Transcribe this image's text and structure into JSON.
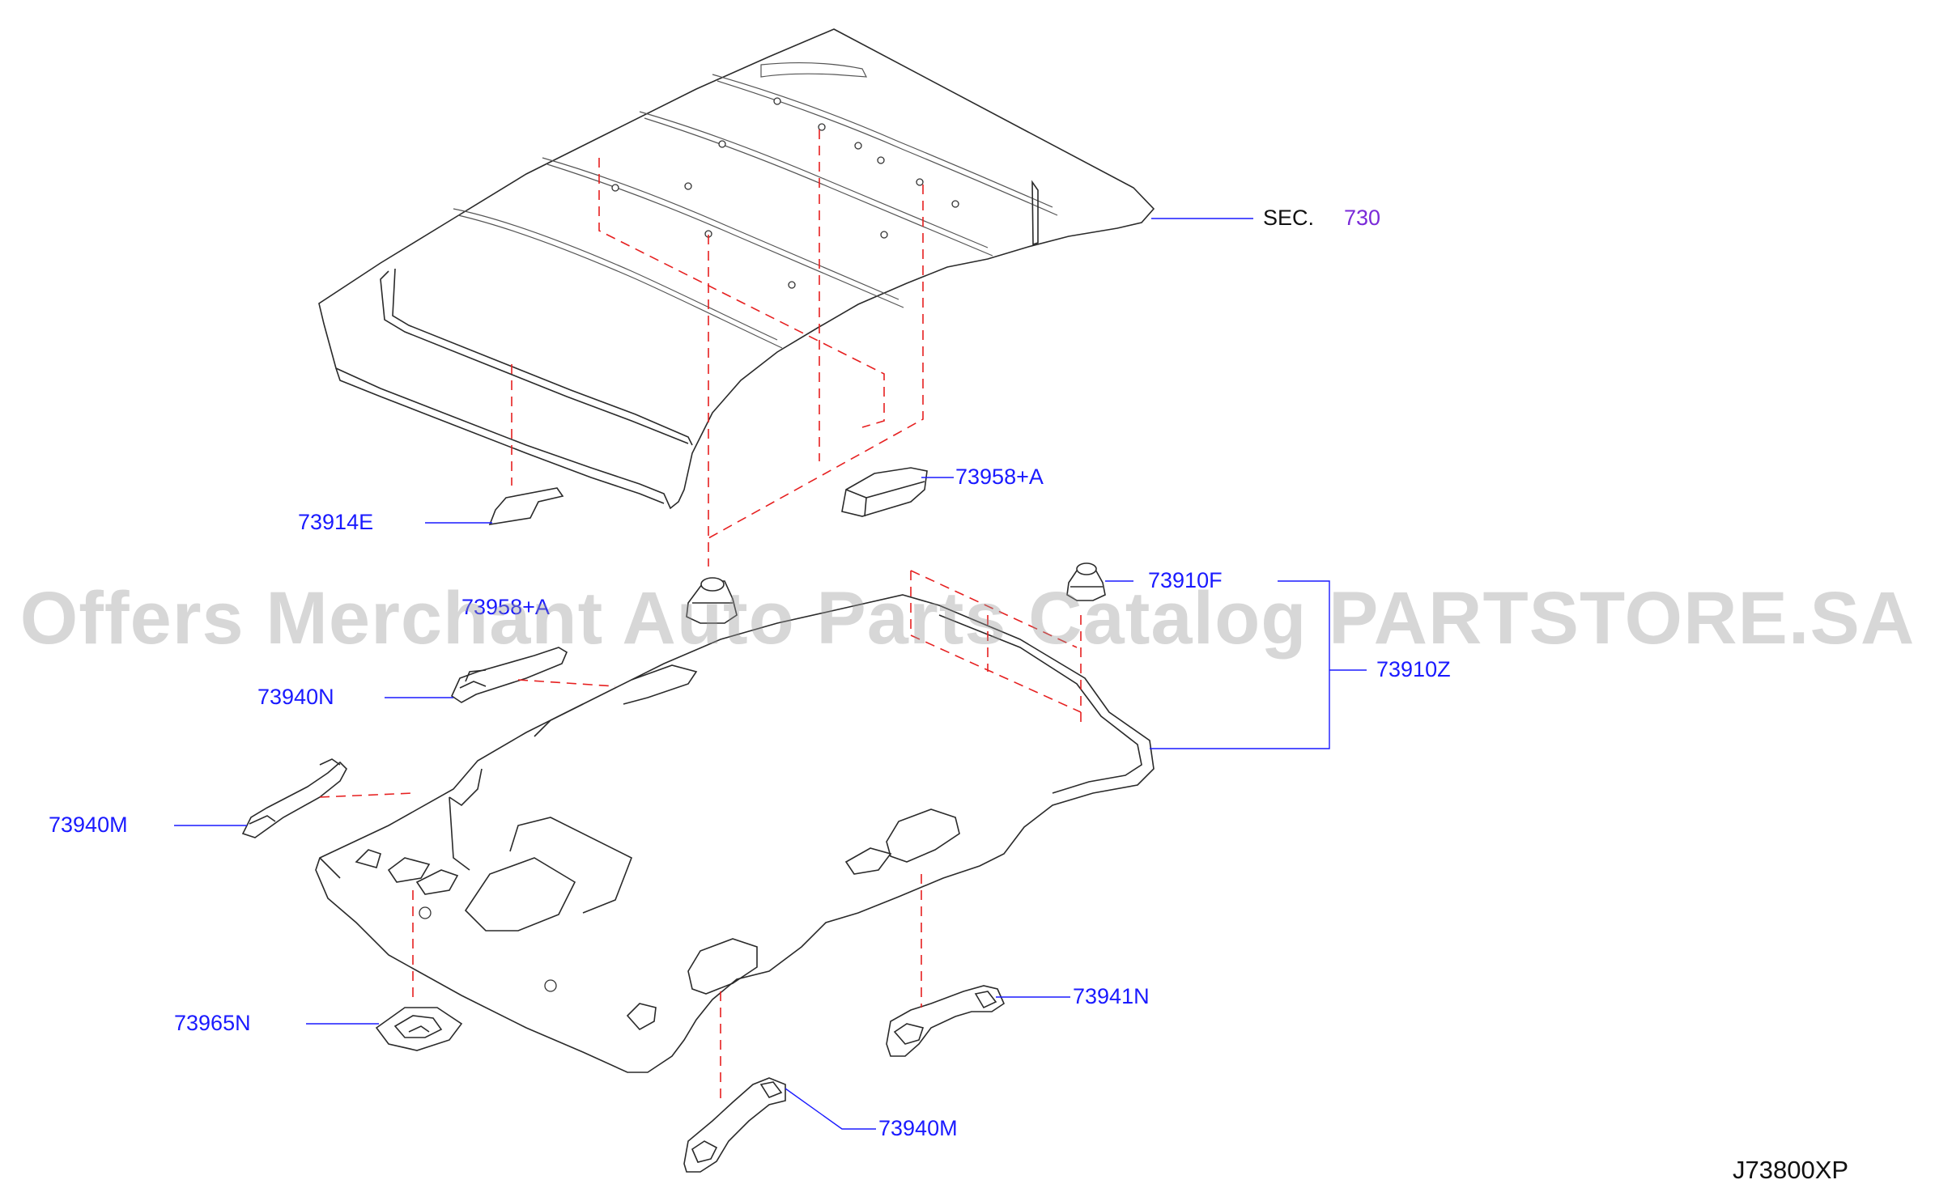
{
  "labels": {
    "sec_prefix": "SEC.",
    "sec_number": "730",
    "p73958a": "73958+A",
    "p73914e": "73914E",
    "p73910f": "73910F",
    "p73958a_hidden": "73958+A",
    "p73910z": "73910Z",
    "p73940n": "73940N",
    "p73940m_left": "73940M",
    "p73941n": "73941N",
    "p73965n": "73965N",
    "p73940m_bottom": "73940M",
    "diagram_code": "J73800XP"
  },
  "watermark": "Offers Merchant Auto Parts Catalog PARTSTORE.SA",
  "colors": {
    "part_number": "#1a1aff",
    "section_number": "#7a2ad8",
    "dashed_guide": "#e62020",
    "outline": "#2a2a2a"
  }
}
